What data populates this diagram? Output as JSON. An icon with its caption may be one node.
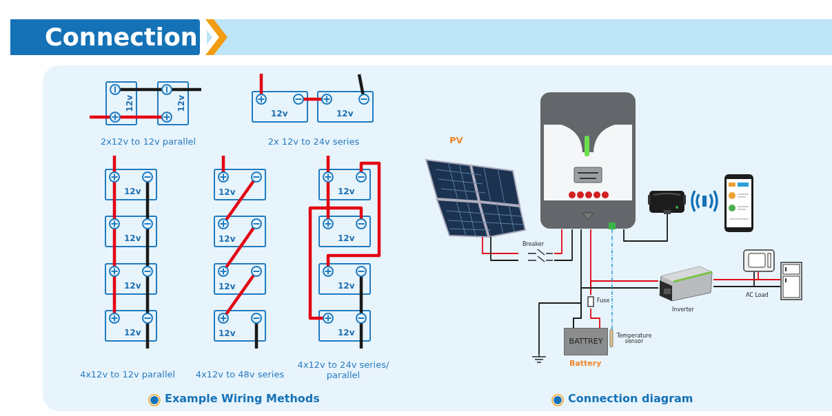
{
  "diagram": {
    "title": "Connection",
    "nodes": [
      {
        "text": [
          "12v"
        ]
      },
      {
        "text": [
          "12v"
        ]
      },
      {
        "text": [
          "12v"
        ]
      },
      {
        "text": [
          "12v"
        ]
      },
      {
        "text": [
          "12v"
        ]
      },
      {
        "text": [
          "12v"
        ]
      },
      {
        "text": [
          "12v"
        ]
      },
      {
        "text": [
          "12v"
        ]
      },
      {
        "text": [
          "12v"
        ]
      },
      {
        "text": [
          "12v"
        ]
      },
      {
        "text": [
          "12v"
        ]
      },
      {
        "text": [
          "12v"
        ]
      },
      {
        "text": [
          "12v"
        ]
      },
      {
        "text": [
          "12v"
        ]
      },
      {
        "text": [
          "12v"
        ]
      },
      {
        "text": [
          "12v"
        ]
      },
      {
        "text": [
          "PV"
        ]
      },
      {
        "text": [],
        "shape": "picture"
      },
      {
        "text": [],
        "shape": "picture"
      },
      {
        "text": [
          "Breaker"
        ]
      },
      {
        "text": [
          "Fuse"
        ]
      },
      {
        "text": [
          "Inverter"
        ]
      },
      {
        "text": [],
        "shape": "picture"
      },
      {
        "text": [],
        "shape": "picture"
      },
      {
        "text": [
          "BATTREY"
        ],
        "beside": [
          "Battery"
        ]
      },
      {
        "text": [
          "Temperature sensor"
        ]
      },
      {
        "text": [],
        "shape": "ground"
      }
    ],
    "edges": [
      {
        "from": null,
        "to": 0,
        "arrow": "none"
      },
      {
        "from": 0,
        "to": 1,
        "arrow": "none"
      },
      {
        "from": 0,
        "to": 1,
        "arrow": "none",
        "color": "#1a1a1a"
      },
      {
        "from": 1,
        "to": null,
        "arrow": "none",
        "color": "#1a1a1a"
      },
      {
        "from": null,
        "to": 2,
        "arrow": "none"
      },
      {
        "from": 2,
        "to": 3,
        "arrow": "none"
      },
      {
        "from": 3,
        "to": null,
        "arrow": "none",
        "color": "#1a1a1a"
      },
      {
        "from": null,
        "to": 4,
        "arrow": "none"
      },
      {
        "from": 4,
        "to": 5,
        "arrow": "none"
      },
      {
        "from": 5,
        "to": 6,
        "arrow": "none"
      },
      {
        "from": 6,
        "to": 7,
        "arrow": "none"
      },
      {
        "from": 4,
        "to": 5,
        "arrow": "none",
        "color": "#1a1a1a"
      },
      {
        "from": 5,
        "to": 6,
        "arrow": "none",
        "color": "#1a1a1a"
      },
      {
        "from": 6,
        "to": 7,
        "arrow": "none",
        "color": "#1a1a1a"
      },
      {
        "from": 7,
        "to": null,
        "arrow": "none",
        "color": "#1a1a1a"
      },
      {
        "from": null,
        "to": 8,
        "arrow": "none"
      },
      {
        "from": 8,
        "to": 9,
        "arrow": "none"
      },
      {
        "from": 9,
        "to": 10,
        "arrow": "none"
      },
      {
        "from": 10,
        "to": 11,
        "arrow": "none"
      },
      {
        "from": 11,
        "to": null,
        "arrow": "none",
        "color": "#1a1a1a"
      },
      {
        "from": null,
        "to": 12,
        "arrow": "none"
      },
      {
        "from": 12,
        "to": 13,
        "arrow": "none"
      },
      {
        "from": 12,
        "to": 14,
        "arrow": "none"
      },
      {
        "from": 13,
        "to": 15,
        "arrow": "none"
      },
      {
        "from": 14,
        "to": 15,
        "arrow": "none",
        "color": "#1a1a1a"
      },
      {
        "from": 15,
        "to": null,
        "arrow": "none",
        "color": "#1a1a1a"
      },
      {
        "from": 16,
        "to": 19,
        "arrow": "none"
      },
      {
        "from": 16,
        "to": 19,
        "arrow": "none",
        "color": "#1a1a1a"
      },
      {
        "from": 19,
        "to": 17,
        "arrow": "none"
      },
      {
        "from": 19,
        "to": 17,
        "arrow": "none",
        "color": "#1a1a1a"
      },
      {
        "from": 17,
        "to": 18,
        "arrow": "none",
        "color": "#1a1a1a"
      },
      {
        "from": 17,
        "to": 20,
        "arrow": "none"
      },
      {
        "from": 21,
        "to": 20,
        "arrow": "none"
      },
      {
        "from": 20,
        "to": 24,
        "arrow": "none"
      },
      {
        "from": 17,
        "to": 24,
        "arrow": "none",
        "color": "#1a1a1a"
      },
      {
        "from": 21,
        "to": 24,
        "arrow": "none",
        "color": "#1a1a1a"
      },
      {
        "from": 26,
        "to": 24,
        "arrow": "none",
        "color": "#1a1a1a"
      },
      {
        "from": 17,
        "to": 25,
        "arrow": "none",
        "style": "dashed",
        "color": "#2a9fd6"
      },
      {
        "from": 21,
        "to": 22,
        "arrow": "none"
      },
      {
        "from": 21,
        "to": 22,
        "arrow": "none",
        "color": "#1a1a1a"
      },
      {
        "from": 21,
        "to": 23,
        "arrow": "none"
      },
      {
        "from": 21,
        "to": 23,
        "arrow": "none",
        "color": "#1a1a1a"
      }
    ],
    "labels": [
      "2x12v to 12v parallel",
      "2x 12v to 24v series",
      "4x12v to 12v parallel",
      "4x12v to 48v series",
      "4x12v to 24v series/ parallel",
      "AC Load",
      "Example Wiring Methods",
      "Connection diagram"
    ]
  }
}
